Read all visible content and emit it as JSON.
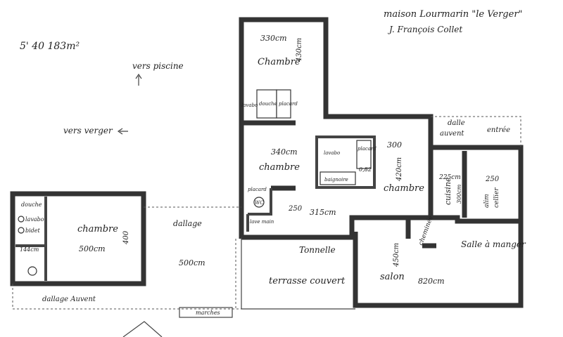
{
  "header": {
    "title": "maison Lourmarin \"le Verger\"",
    "author": "J. François Collet"
  },
  "area_note": "5' 40 183m²",
  "directions": {
    "pool": "vers piscine",
    "orchard": "vers verger"
  },
  "rooms": {
    "north_bedroom": {
      "label": "Chambre",
      "width": "330cm",
      "depth": "430cm",
      "lavabo": "lavabo",
      "douche": "douche",
      "placard": "placard"
    },
    "center_bedroom": {
      "label": "chambre",
      "width": "340cm",
      "placard": "placard",
      "wc": "WC",
      "lave_main": "lave main",
      "dim_250": "250",
      "dim_315": "315cm"
    },
    "bath": {
      "lavabo": "lavabo",
      "placard": "placard",
      "baignoire": "baignoire",
      "dim_300": "300",
      "dim_082": "0,82"
    },
    "east_bedroom": {
      "label": "chambre",
      "depth": "420cm"
    },
    "entrance": {
      "dalle": "dalle",
      "auvent": "auvent",
      "entree": "entrée"
    },
    "kitchen": {
      "label": "cuisine",
      "dim_225": "225cm",
      "dim_300": "300cm"
    },
    "cellier": {
      "label": "cellier",
      "dim_250": "250",
      "prefix": "alim"
    },
    "dining": {
      "label": "Salle à manger"
    },
    "salon": {
      "label": "salon",
      "depth": "450cm",
      "width": "820cm",
      "chimney": "cheminée"
    },
    "terrace": {
      "tonnelle": "Tonnelle",
      "label": "terrasse couvert"
    },
    "west_bedroom": {
      "label": "chambre",
      "width": "500cm",
      "depth": "400",
      "douche": "douche",
      "lavabo": "lavabo",
      "bidet": "bidet",
      "dim_144": "144cm"
    },
    "courtyard": {
      "dallage": "dallage",
      "width": "500cm"
    },
    "auvent_west": {
      "label": "dallage Auvent"
    },
    "steps": {
      "label": "marches"
    }
  }
}
